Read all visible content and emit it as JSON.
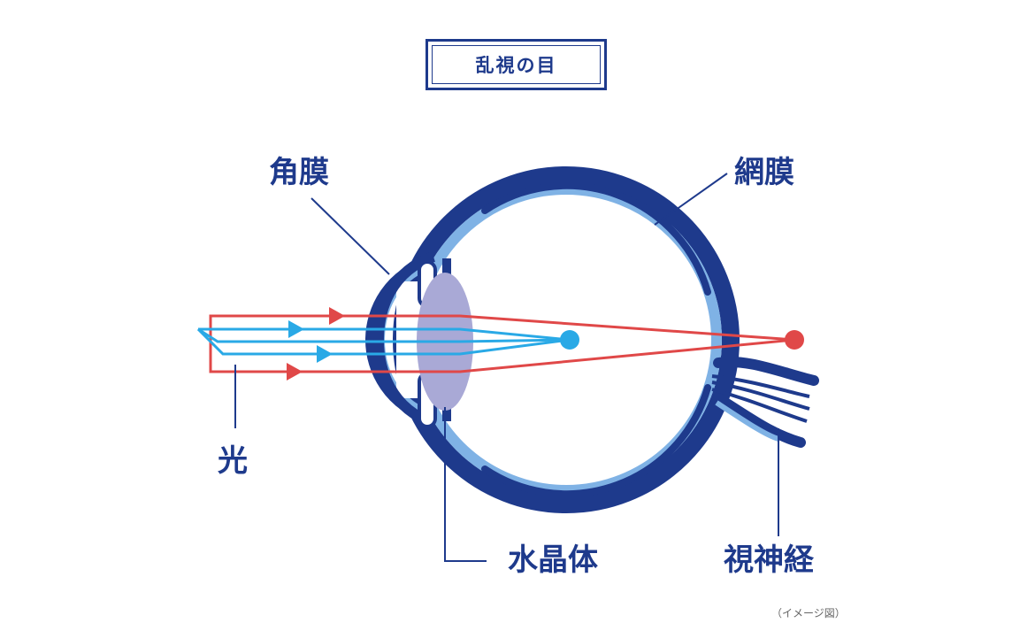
{
  "title": "乱視の目",
  "labels": {
    "cornea": "角膜",
    "retina": "網膜",
    "light": "光",
    "lens": "水晶体",
    "optic_nerve": "視神経"
  },
  "note": "（イメージ図）",
  "colors": {
    "dark_blue": "#1e3a8c",
    "light_blue": "#7fb2e5",
    "ray_blue": "#29a9e6",
    "ray_red": "#e04848",
    "lens": "#a9a9d6"
  }
}
